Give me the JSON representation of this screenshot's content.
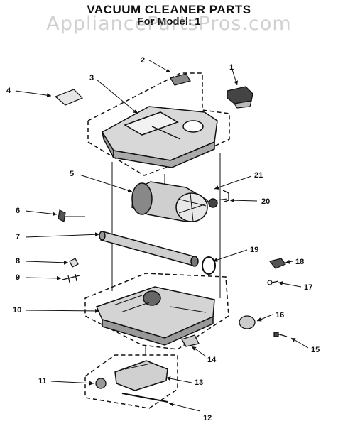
{
  "header": {
    "title": "VACUUM CLEANER PARTS",
    "subtitle": "For Model: 1"
  },
  "watermark": "AppliancePartsPros.com",
  "callouts": [
    "1",
    "2",
    "3",
    "4",
    "5",
    "6",
    "7",
    "8",
    "9",
    "10",
    "11",
    "12",
    "13",
    "14",
    "15",
    "16",
    "17",
    "18",
    "19",
    "20",
    "21"
  ]
}
